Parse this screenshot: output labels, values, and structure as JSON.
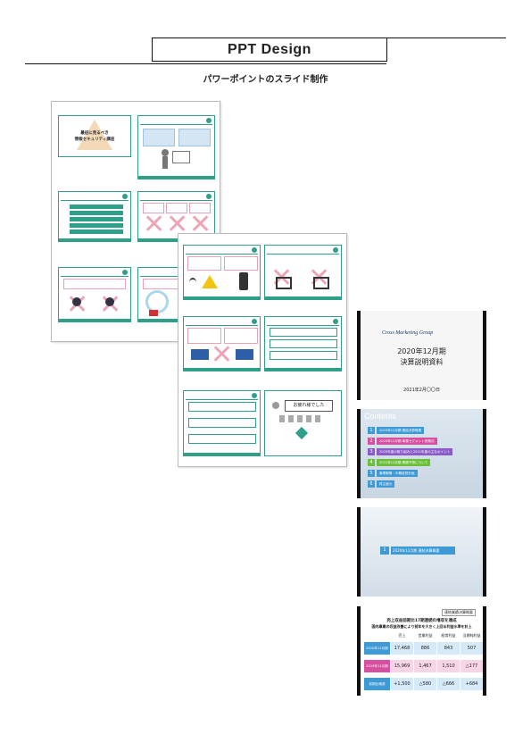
{
  "header": {
    "title": "PPT Design",
    "subtitle": "パワーポイントのスライド制作"
  },
  "sheet1": {
    "slide1_title_line1": "最初に見るべき",
    "slide1_title_line2": "情報セキュリティ講座",
    "slide5_bullets": [
      "",
      "",
      "",
      "",
      "",
      ""
    ],
    "slide7_labels": [
      "",
      ""
    ]
  },
  "sheet2": {
    "slide_end_text": "お疲れ様でした"
  },
  "slides_right": {
    "cover": {
      "brand": "Cross Marketing Group",
      "title_line1": "2020年12月期",
      "title_line2": "決算説明資料",
      "date": "2021年2月〇〇日"
    },
    "contents": {
      "heading": "Contents",
      "items": [
        {
          "n": "1",
          "label": "2020年12月期 連結決算概要",
          "color": "#3d9ad6"
        },
        {
          "n": "2",
          "label": "2020年12月期 事業セグメント別概況",
          "color": "#d64fa0"
        },
        {
          "n": "3",
          "label": "2020年度の取り組みと2021年度の主なポイント",
          "color": "#8a5bc9"
        },
        {
          "n": "4",
          "label": "2021年12月期 業績予想について",
          "color": "#6cbf3a"
        },
        {
          "n": "5",
          "label": "事業戦略・中期経営計画",
          "color": "#3d9ad6"
        },
        {
          "n": "6",
          "label": "株主還元",
          "color": "#3d9ad6"
        }
      ]
    },
    "section": {
      "n": "1",
      "label": "2020年12月期 連結決算概要"
    },
    "results": {
      "tag": "連結業績決算概要",
      "headline_line1": "売上収益前期比17期連続の増収を達成",
      "headline_line2": "国内事業の収益改善により前年を大きく上回る利益水準を計上",
      "col_headers": [
        "売上",
        "営業利益",
        "経常利益",
        "当期純利益"
      ],
      "rows": [
        {
          "label": "2020年12月期",
          "values": [
            "17,468",
            "886",
            "843",
            "507"
          ],
          "color": "#3d9ad6"
        },
        {
          "label": "2019年12月期",
          "values": [
            "15,969",
            "1,467",
            "1,510",
            "△177"
          ],
          "color": "#d64fa0"
        },
        {
          "label": "前期比増減",
          "values": [
            "+1,500",
            "△580",
            "△666",
            "+684"
          ],
          "color": "#3d9ad6"
        }
      ]
    }
  },
  "colors": {
    "teal": "#2ea08a",
    "pink": "#e05a78",
    "blue": "#3d9ad6"
  }
}
